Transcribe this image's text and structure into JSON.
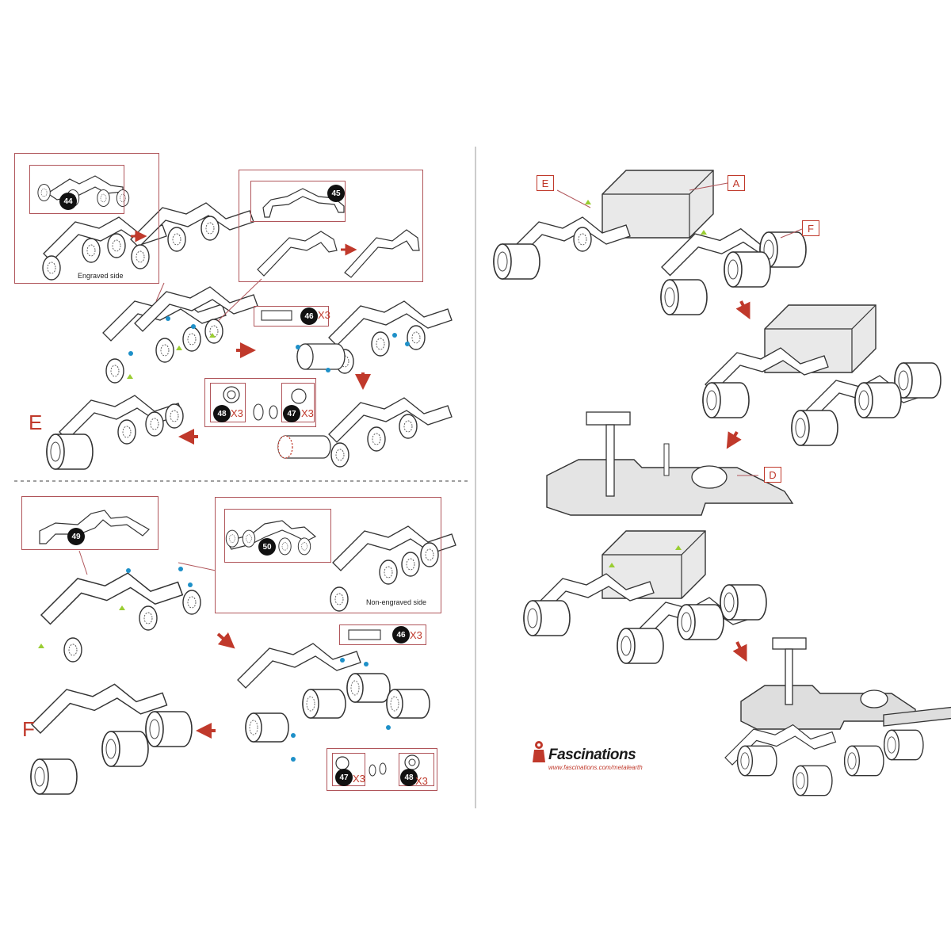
{
  "sections": {
    "e_label": "E",
    "f_label": "F"
  },
  "parts": {
    "p44": "44",
    "p45": "45",
    "p46a": "46",
    "p46b": "46",
    "p47a": "47",
    "p47b": "47",
    "p48a": "48",
    "p48b": "48",
    "p49": "49",
    "p50": "50"
  },
  "quantities": {
    "q46a": "X3",
    "q46b": "X3",
    "q47a": "X3",
    "q47b": "X3",
    "q48a": "X3",
    "q48b": "X3"
  },
  "notes": {
    "engraved": "Engraved side",
    "non_engraved": "Non-engraved side"
  },
  "assembly_tags": {
    "e": "E",
    "a": "A",
    "f": "F",
    "d": "D"
  },
  "brand": {
    "name": "Fascinations",
    "url": "www.fascinations.com/metalearth"
  },
  "colors": {
    "accent_red": "#c0392b",
    "frame": "#b0555a",
    "dot_blue": "#1e90c8",
    "tri_green": "#9acd32"
  }
}
